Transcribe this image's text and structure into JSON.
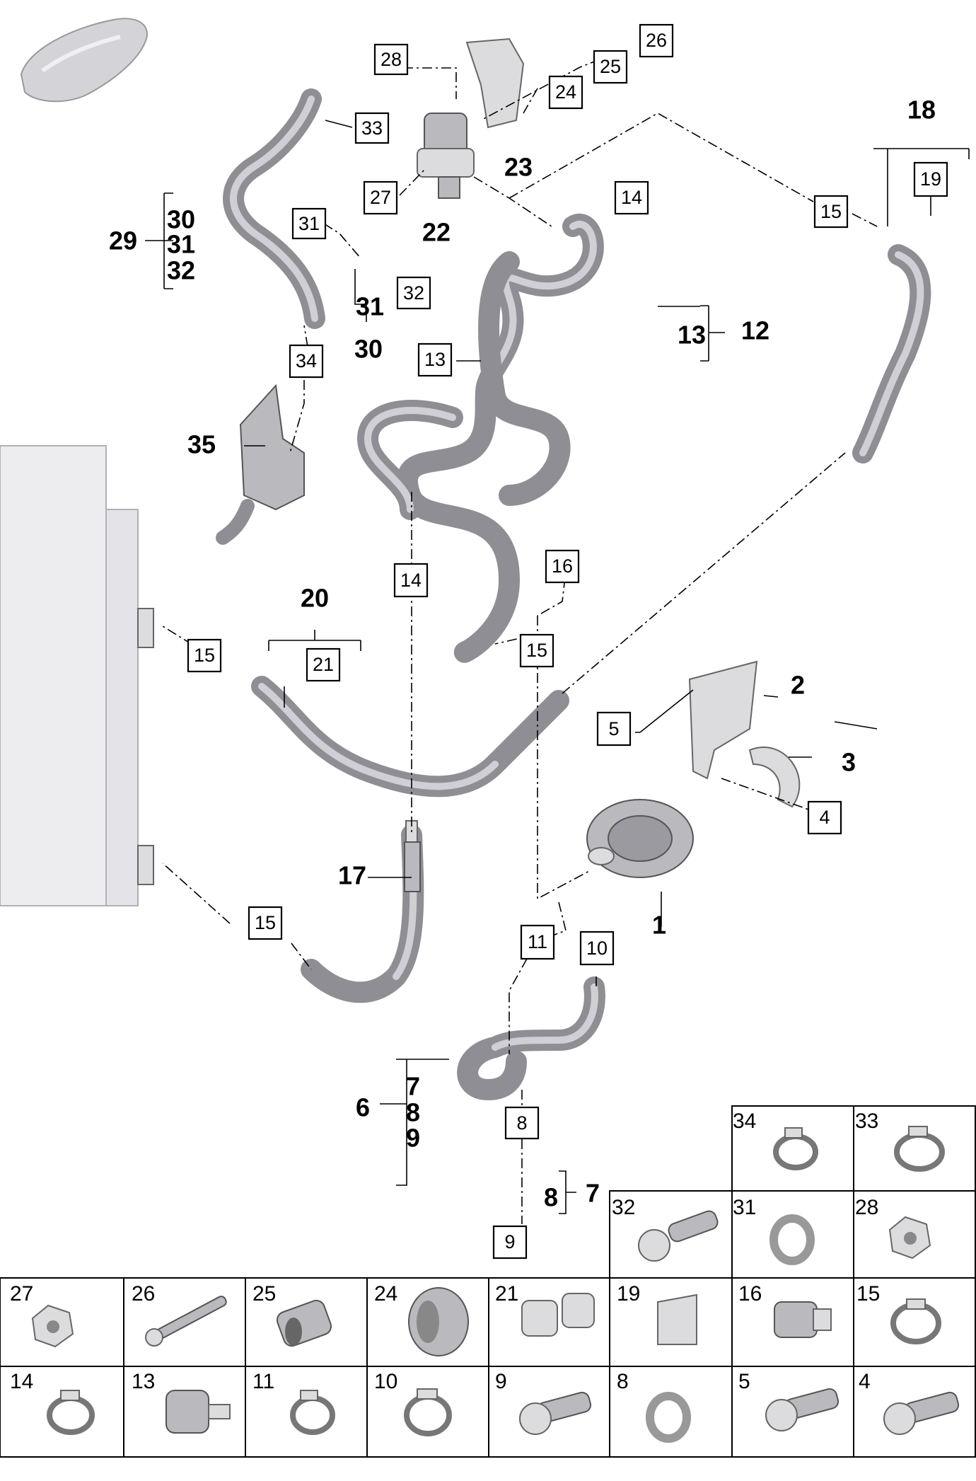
{
  "callouts": {
    "c28": "28",
    "c26": "26",
    "c25": "25",
    "c24": "24",
    "c33": "33",
    "c27": "27",
    "c31": "31",
    "c32": "32",
    "c14a": "14",
    "c15a": "15",
    "c19": "19",
    "c13": "13",
    "c34": "34",
    "c14b": "14",
    "c16": "16",
    "c15b": "15",
    "c15c": "15",
    "c21": "21",
    "c5": "5",
    "c4": "4",
    "c15d": "15",
    "c11": "11",
    "c10": "10",
    "c8": "8",
    "c9": "9"
  },
  "labels": {
    "l23": "23",
    "l22": "22",
    "l18": "18",
    "l29": "29",
    "l30a": "30",
    "l31a": "31",
    "l32a": "32",
    "l31b": "31",
    "l30b": "30",
    "l13": "13",
    "l12": "12",
    "l35": "35",
    "l20": "20",
    "l2": "2",
    "l3": "3",
    "l17": "17",
    "l1": "1",
    "l6": "6",
    "l7a": "7",
    "l8a": "8",
    "l9a": "9",
    "l8b": "8",
    "l7b": "7"
  },
  "parts_table": {
    "row1": [
      "34",
      "33"
    ],
    "row2": [
      "32",
      "31",
      "28"
    ],
    "row3": [
      "27",
      "26",
      "25",
      "24",
      "21",
      "19",
      "16",
      "15"
    ],
    "row4": [
      "14",
      "13",
      "11",
      "10",
      "9",
      "8",
      "5",
      "4"
    ]
  }
}
